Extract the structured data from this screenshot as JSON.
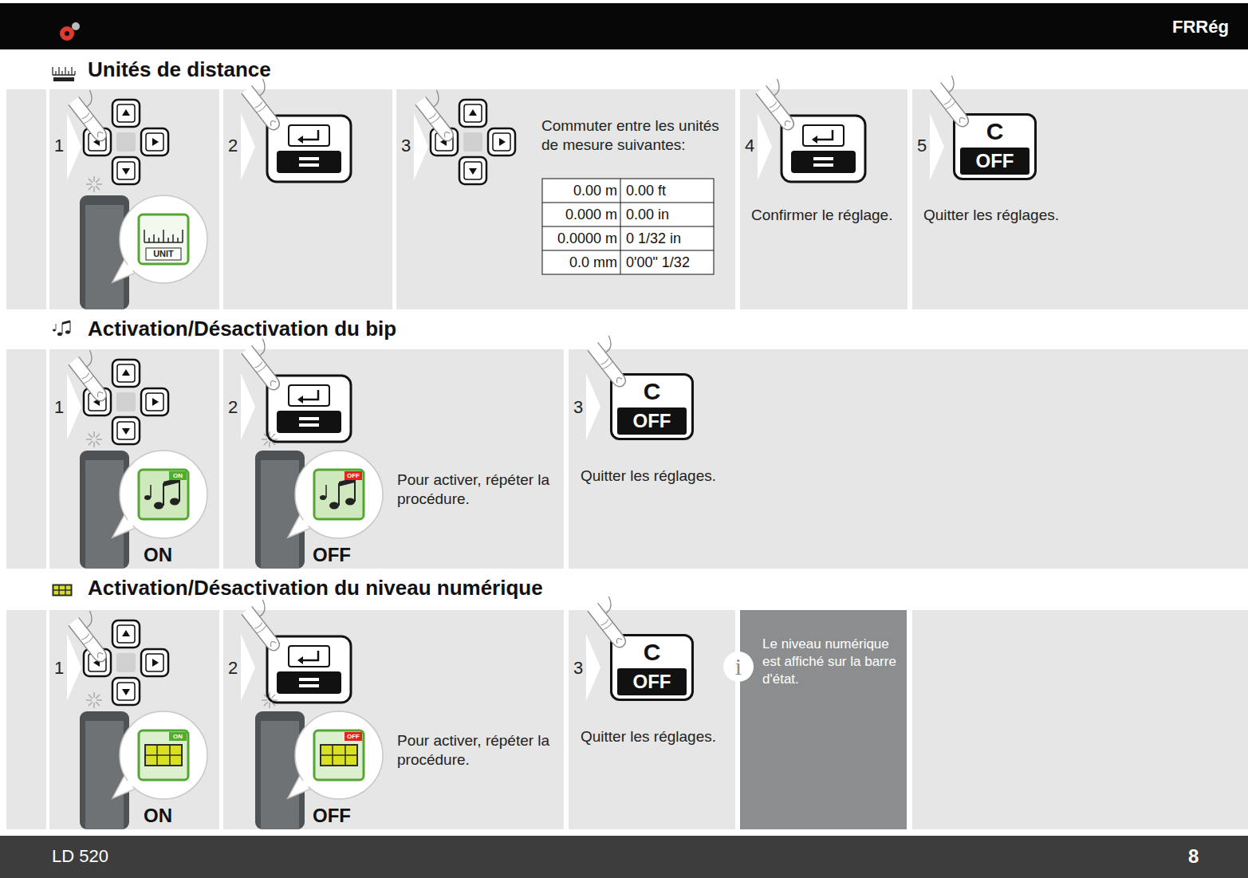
{
  "diagram": {
    "nodes": [
      {
        "text": [
          "1"
        ]
      },
      {
        "text": [
          "2"
        ]
      },
      {
        "text": [
          "3",
          "Commuter entre les unités de mesure suivantes:"
        ]
      },
      {
        "text": [
          "4",
          "Confirmer le réglage."
        ]
      },
      {
        "text": [
          "5",
          "Quitter les réglages."
        ]
      },
      {
        "text": [
          "C",
          "OFF"
        ],
        "in": 4
      },
      {
        "text": [
          "1",
          "ON"
        ]
      },
      {
        "text": [
          "2",
          "OFF",
          "Pour activer, répéter la procédure."
        ]
      },
      {
        "text": [
          "3",
          "Quitter les réglages."
        ]
      },
      {
        "text": [
          "C",
          "OFF"
        ],
        "in": 8
      },
      {
        "text": [
          "1",
          "ON"
        ]
      },
      {
        "text": [
          "2",
          "OFF",
          "Pour activer, répéter la procédure."
        ]
      },
      {
        "text": [
          "3",
          "Quitter les réglages."
        ]
      },
      {
        "text": [
          "C",
          "OFF"
        ],
        "in": 12
      },
      {
        "text": [
          "i",
          "Le niveau numérique est affiché sur la barre d'état."
        ]
      }
    ],
    "labels": [
      "FRRég",
      "Unités de distance",
      "UNIT",
      "0.00 m",
      "0.00 ft",
      "0.000 m",
      "0.00 in",
      "0.0000 m",
      "0 1/32 in",
      "0.0 mm",
      "0'00\" 1/32",
      "Activation/Désactivation du bip",
      "ON",
      "OFF",
      "Activation/Désactivation du niveau numérique",
      "ON",
      "OFF",
      "LD 520",
      "8"
    ]
  }
}
